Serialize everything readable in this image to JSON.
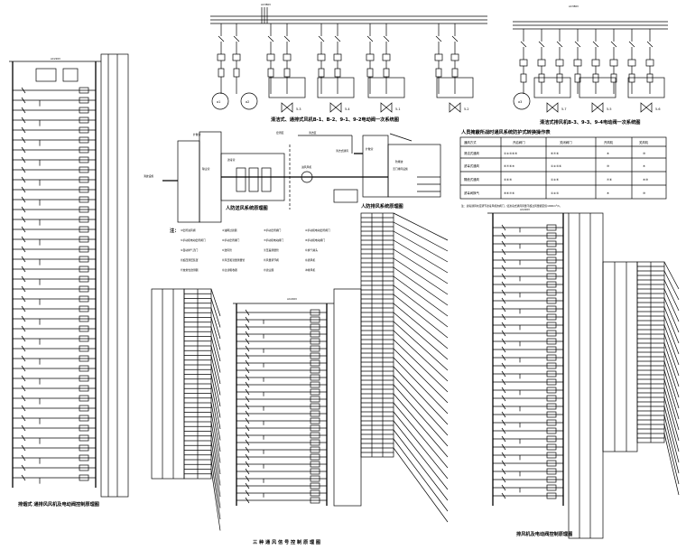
{
  "captions": {
    "left_panel": "排烟式 通排风风机及电动阀控制原理图",
    "center_panel": "三 种 通 风 信 号 控 制 原 理 图",
    "right_panel": "排风机及电动阀控制原理图",
    "top_mid": "清洁式、通排式风机B-1、B-2、9-1、9-2电动阀一次系统图",
    "top_right": "清洁式排风机B-3、9-3、9-4电动阀一次系统图",
    "civil_air": "人防送风系统原理图",
    "civil_exhaust": "人防排风系统原理图",
    "table_title": "人员掩蔽所战时通风系统防护式转换操作表"
  },
  "voltage": {
    "top_mid": "AC380V",
    "top_right": "AC380V",
    "left": "AC220V",
    "center": "AC220V",
    "right": "AC220V"
  },
  "motors": {
    "top_mid": [
      "a1",
      "a2"
    ],
    "top_right": [
      "a3"
    ]
  },
  "valves": {
    "top_mid": [
      "5-3",
      "5-4",
      "5-1",
      "5-2"
    ],
    "top_right": [
      "5-7",
      "5-5",
      "5-6"
    ]
  },
  "civil_labels": {
    "left_area": [
      "消波设施",
      "扩散室",
      "滤毒室",
      "除尘室"
    ],
    "top_labels": [
      "密闭区",
      "清洁区",
      "清洁式通风"
    ],
    "fan": "进风风机",
    "exhaust_area": [
      "扩散室",
      "防爆波",
      "活门排风设施"
    ]
  },
  "table": {
    "headers": [
      "通风方式",
      "开启阀门",
      "关闭阀门",
      "开风机",
      "关风机"
    ],
    "rows": [
      [
        "清洁式通风",
        "①②③④⑤",
        "⑥⑦⑧",
        "⑨",
        "⑩"
      ],
      [
        "滤毒式通风",
        "⑥⑦⑧⑨",
        "①②③④",
        "⑩",
        "⑨"
      ],
      [
        "隔绝式通风",
        "③④⑤",
        "①②⑥",
        "⑦⑧",
        "⑨⑩"
      ],
      [
        "滤毒间换气",
        "⑤⑥⑦⑧",
        "①②③",
        "⑨",
        "⑩"
      ]
    ],
    "note": "注：滤毒通风时应调节滤毒风机的阀门，使滤毒式通风风量不超过风量额定值1000m³/h。"
  },
  "legend": {
    "title": "注：",
    "items": [
      "①密闭进风阀",
      "②油网过滤器",
      "③手动密闭阀门",
      "④手动和电动密闭阀门",
      "⑤手动和电动密闭阀门",
      "⑥手动密闭阀门",
      "⑦手动和电动阀门",
      "⑧手动和电动阀门",
      "⑨自动排气活门",
      "⑩送风管",
      "⑪压差测量管",
      "⑫换气堵头",
      "⑬超压测压装置",
      "⑭风压和流量测量管",
      "⑮风量调节阀",
      "⑯通风机",
      "⑰放射性监测器",
      "⑱过滤吸收器",
      "⑲滤尘器",
      "⑳排风机"
    ]
  }
}
